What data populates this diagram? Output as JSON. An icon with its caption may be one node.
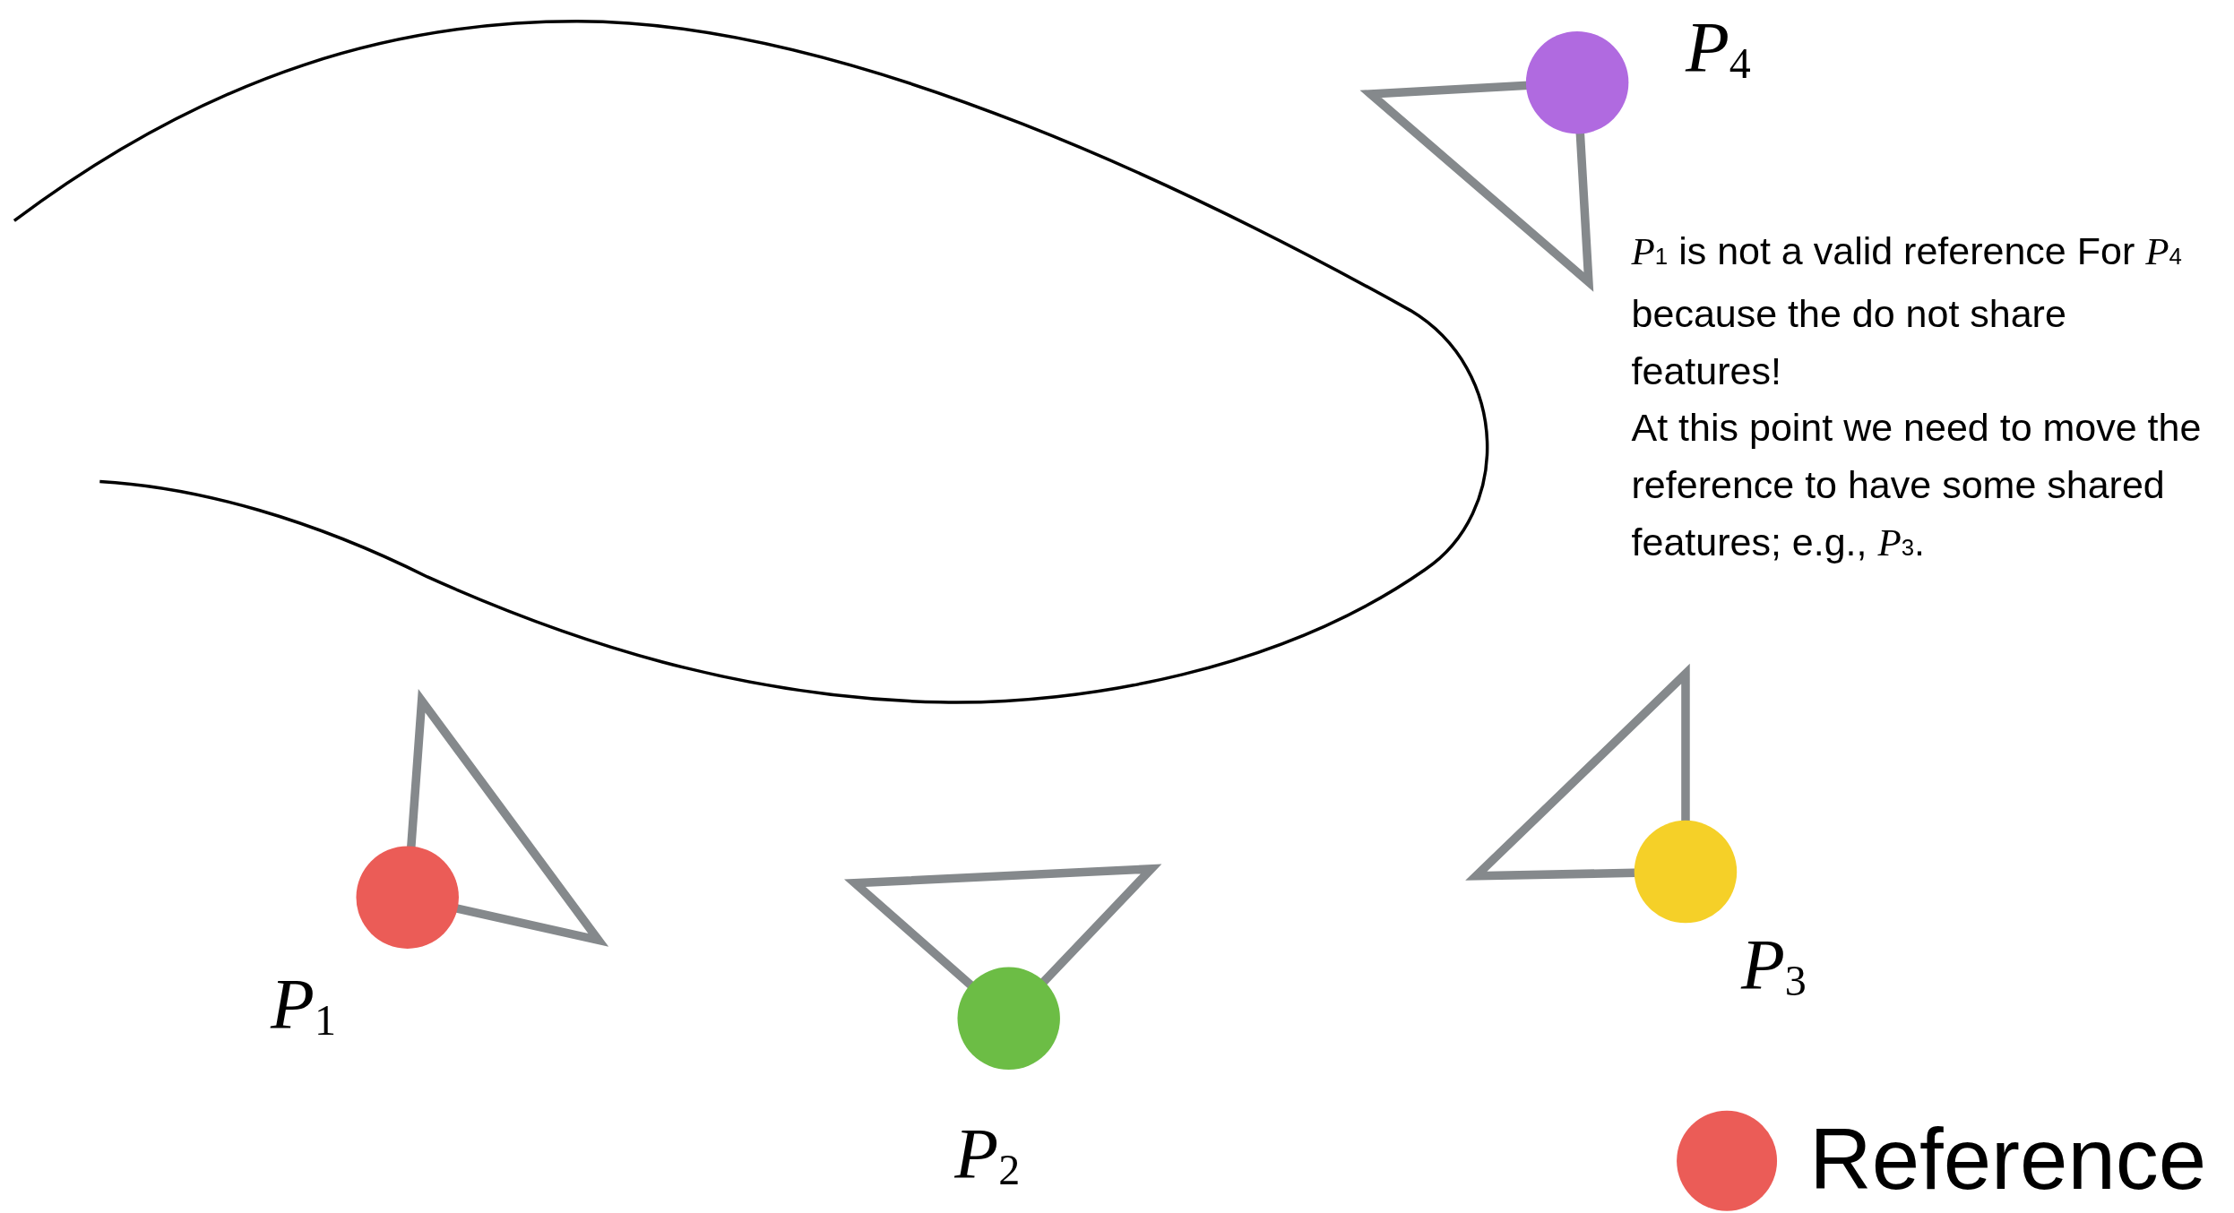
{
  "diagram": {
    "labels": [
      "*P*$_{4}$",
      "*P*$_{1}$ is not a valid reference For *P*$_{4}$ because the do not share features!",
      "At this point we need to move the reference to have some shared features; e.g., *P*$_{3}$.",
      "*P*$_{1}$",
      "*P*$_{2}$",
      "*P*$_{3}$"
    ],
    "legend": [
      {
        "text": "Reference",
        "color": "#eb5c57"
      }
    ]
  }
}
